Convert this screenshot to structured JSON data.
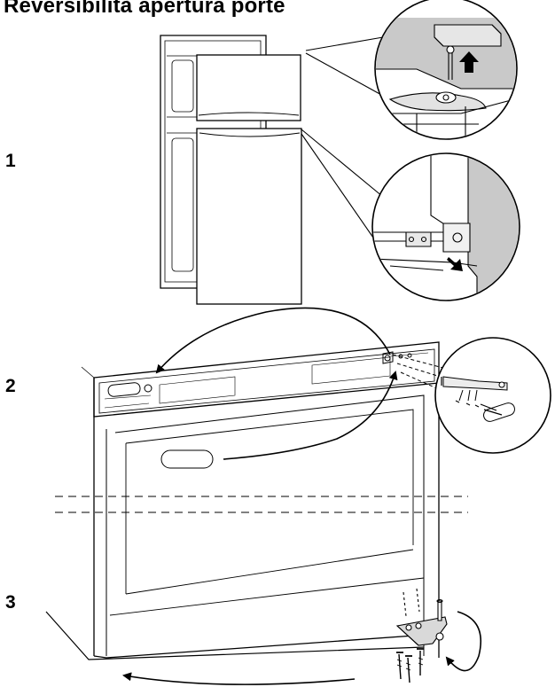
{
  "title": "Reversibilità apertura porte",
  "steps": [
    {
      "label": "1"
    },
    {
      "label": "2"
    },
    {
      "label": "3"
    }
  ],
  "colors": {
    "line": "#000000",
    "shade": "#c9c9c9",
    "light_shade": "#e2e2e2",
    "background": "#ffffff"
  }
}
